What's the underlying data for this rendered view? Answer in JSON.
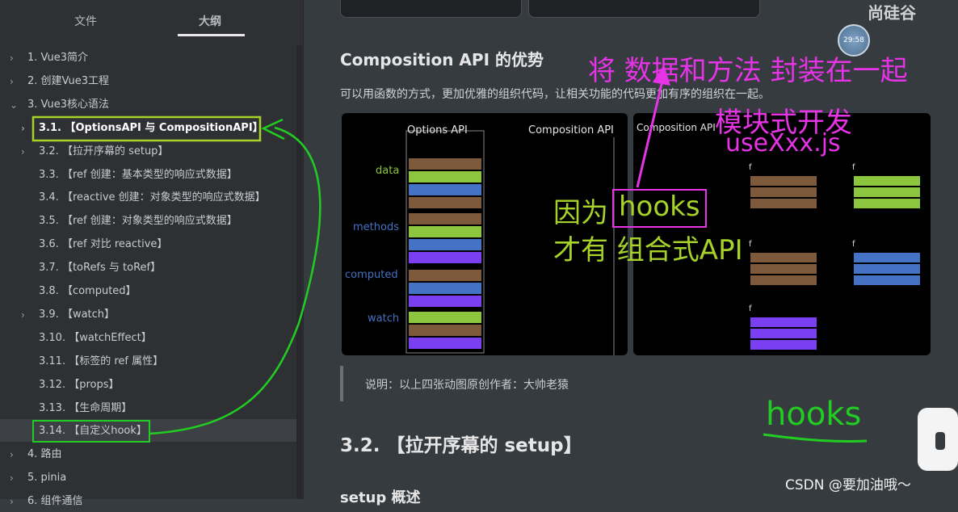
{
  "sidebar": {
    "tabs": {
      "files": "文件",
      "outline": "大纲"
    },
    "items": [
      {
        "label": "1. Vue3简介",
        "chevron": "›",
        "level": 0
      },
      {
        "label": "2. 创建Vue3工程",
        "chevron": "›",
        "level": 0
      },
      {
        "label": "3. Vue3核心语法",
        "chevron": "⌄",
        "level": 0
      },
      {
        "label": "3.1. 【OptionsAPI 与 CompositionAPI】",
        "chevron": "›",
        "level": 1
      },
      {
        "label": "3.2. 【拉开序幕的 setup】",
        "chevron": "›",
        "level": 1
      },
      {
        "label": "3.3. 【ref 创建：基本类型的响应式数据】",
        "chevron": "",
        "level": 1
      },
      {
        "label": "3.4. 【reactive 创建：对象类型的响应式数据】",
        "chevron": "",
        "level": 1
      },
      {
        "label": "3.5. 【ref 创建：对象类型的响应式数据】",
        "chevron": "",
        "level": 1
      },
      {
        "label": "3.6. 【ref 对比 reactive】",
        "chevron": "",
        "level": 1
      },
      {
        "label": "3.7. 【toRefs 与 toRef】",
        "chevron": "",
        "level": 1
      },
      {
        "label": "3.8. 【computed】",
        "chevron": "",
        "level": 1
      },
      {
        "label": "3.9. 【watch】",
        "chevron": "›",
        "level": 1
      },
      {
        "label": "3.10. 【watchEffect】",
        "chevron": "",
        "level": 1
      },
      {
        "label": "3.11. 【标签的 ref 属性】",
        "chevron": "",
        "level": 1
      },
      {
        "label": "3.12. 【props】",
        "chevron": "",
        "level": 1
      },
      {
        "label": "3.13. 【生命周期】",
        "chevron": "",
        "level": 1
      },
      {
        "label": "3.14. 【自定义hook】",
        "chevron": "",
        "level": 1
      },
      {
        "label": "4. 路由",
        "chevron": "›",
        "level": 0
      },
      {
        "label": "5. pinia",
        "chevron": "›",
        "level": 0
      },
      {
        "label": "6. 组件通信",
        "chevron": "›",
        "level": 0
      }
    ]
  },
  "main": {
    "heading": "Composition API 的优势",
    "desc": "可以用函数的方式，更加优雅的组织代码，让相关功能的代码更加有序的组织在一起。",
    "left_panel": {
      "title_options": "Options API",
      "title_composition": "Composition API",
      "labels": {
        "data": "data",
        "methods": "methods",
        "computed": "computed",
        "watch": "watch"
      }
    },
    "right_panel": {
      "title": "Composition API",
      "func_mark": "f"
    },
    "quote": "说明：以上四张动图原创作者：大帅老猿",
    "h2": "3.2. 【拉开序幕的 setup】",
    "h3": "setup 概述"
  },
  "annotations": {
    "line1": "将 数据和方法 封装在一起",
    "line2": "模块式开发",
    "line3": "useXxx.js",
    "because": "因为",
    "hooks_boxed": "hooks",
    "line_composition": "才有 组合式API",
    "hooks_bottom": "hooks"
  },
  "overlay": {
    "watermark": "尚硅谷",
    "clock": "29:58",
    "csdn": "CSDN @要加油哦～"
  },
  "colors": {
    "magenta": "#e633e6",
    "lime": "#a6d22a",
    "green": "#22cc22",
    "brown": "#7d5a3c",
    "lightgreen": "#8cc63f",
    "blue": "#4472c4",
    "purple": "#7b3ff2"
  }
}
